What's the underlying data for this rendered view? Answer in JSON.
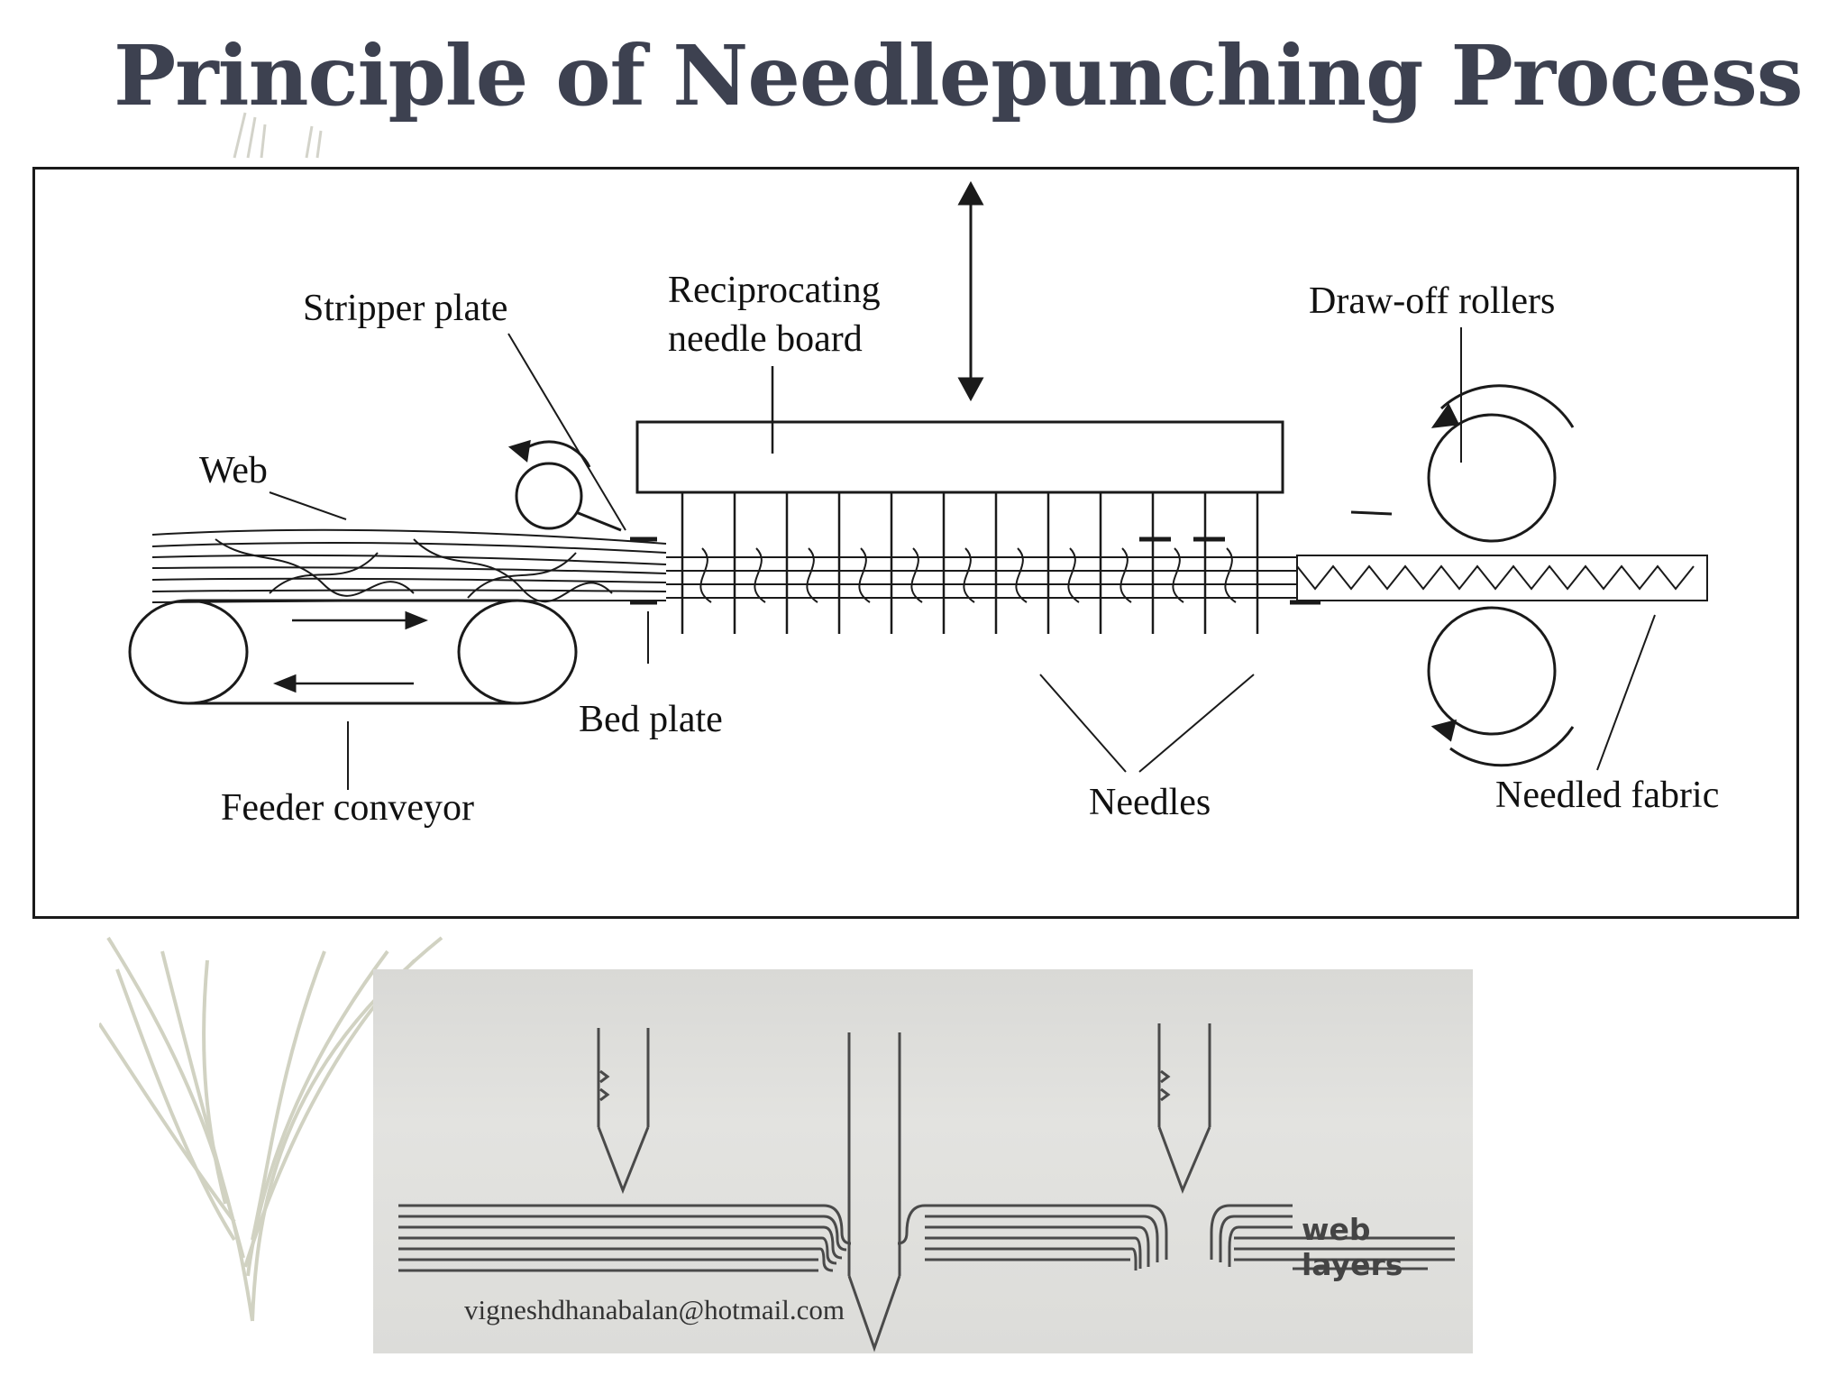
{
  "slide": {
    "title": "Principle of Needlepunching Process",
    "footer_email": "vigneshdhanabalan@hotmail.com"
  },
  "diagram": {
    "labels": {
      "stripper_plate": "Stripper plate",
      "reciprocating_line1": "Reciprocating",
      "reciprocating_line2": "needle board",
      "draw_off_rollers": "Draw-off rollers",
      "web": "Web",
      "bed_plate": "Bed plate",
      "feeder_conveyor": "Feeder conveyor",
      "needles": "Needles",
      "needled_fabric": "Needled fabric"
    }
  },
  "photo": {
    "web_layers": "web layers"
  },
  "colors": {
    "title": "#3d4150",
    "diagram_ink": "#1a1a1a",
    "photo_bg": "#dcdcd9"
  }
}
